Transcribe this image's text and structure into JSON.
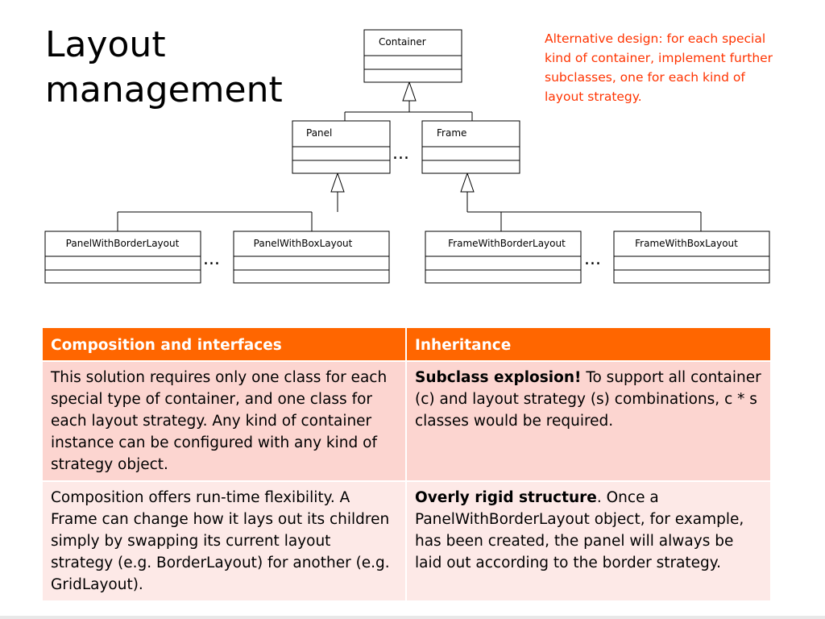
{
  "slide": {
    "title_line1": "Layout",
    "title_line2": "management",
    "note": "Alternative design: for each special kind of container, implement further subclasses, one for each kind of layout strategy."
  },
  "diagram": {
    "classes": {
      "container": "Container",
      "panel": "Panel",
      "frame": "Frame",
      "panel_border": "PanelWithBorderLayout",
      "panel_box": "PanelWithBoxLayout",
      "frame_border": "FrameWithBorderLayout",
      "frame_box": "FrameWithBoxLayout"
    },
    "ellipsis": "..."
  },
  "table": {
    "headers": [
      "Composition and interfaces",
      "Inheritance"
    ],
    "rows": [
      {
        "left": "This solution requires only one class for each special type of container, and one class for each layout strategy. Any kind of container instance can be configured with any kind of strategy object.",
        "right_bold": "Subclass explosion!",
        "right_rest": " To support all container (c) and layout strategy (s) combinations, c * s classes would be required."
      },
      {
        "left": "Composition offers run-time flexibility. A Frame can change how it lays out its children simply by swapping its current layout strategy (e.g. BorderLayout) for another (e.g. GridLayout).",
        "right_bold": "Overly rigid structure",
        "right_rest": ". Once a PanelWithBorderLayout object, for example, has been created, the panel will always be laid out according to the border strategy."
      }
    ]
  }
}
